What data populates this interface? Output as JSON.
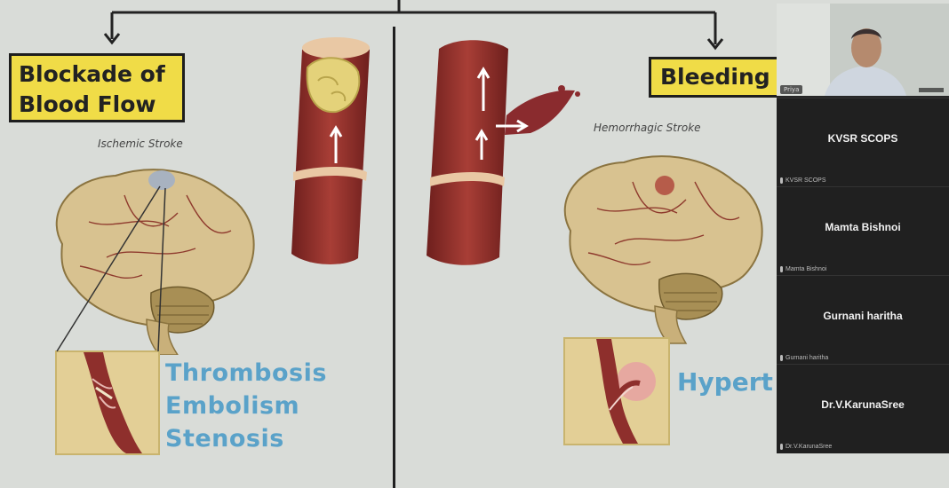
{
  "slide": {
    "left_label": "Blockade of Blood Flow",
    "right_label": "Bleeding",
    "left_caption": "Ischemic Stroke",
    "right_caption": "Hemorrhagic Stroke",
    "causes": [
      "Thrombosis",
      "Embolism",
      "Stenosis"
    ],
    "right_cause_partial": "Hypert"
  },
  "meeting": {
    "self_tile_name": "Priya",
    "participants": [
      {
        "display": "KVSR SCOPS",
        "small": "KVSR SCOPS"
      },
      {
        "display": "Mamta Bishnoi",
        "small": "Mamta Bishnoi"
      },
      {
        "display": "Gurnani haritha",
        "small": "Gurnani haritha"
      },
      {
        "display": "Dr.V.KarunaSree",
        "small": "Dr.V.KarunaSree"
      }
    ]
  },
  "colors": {
    "label_bg": "#f0dc47",
    "cause_text": "#5aa2c9",
    "vessel": "#8e2f2c",
    "brain": "#d8c290"
  }
}
